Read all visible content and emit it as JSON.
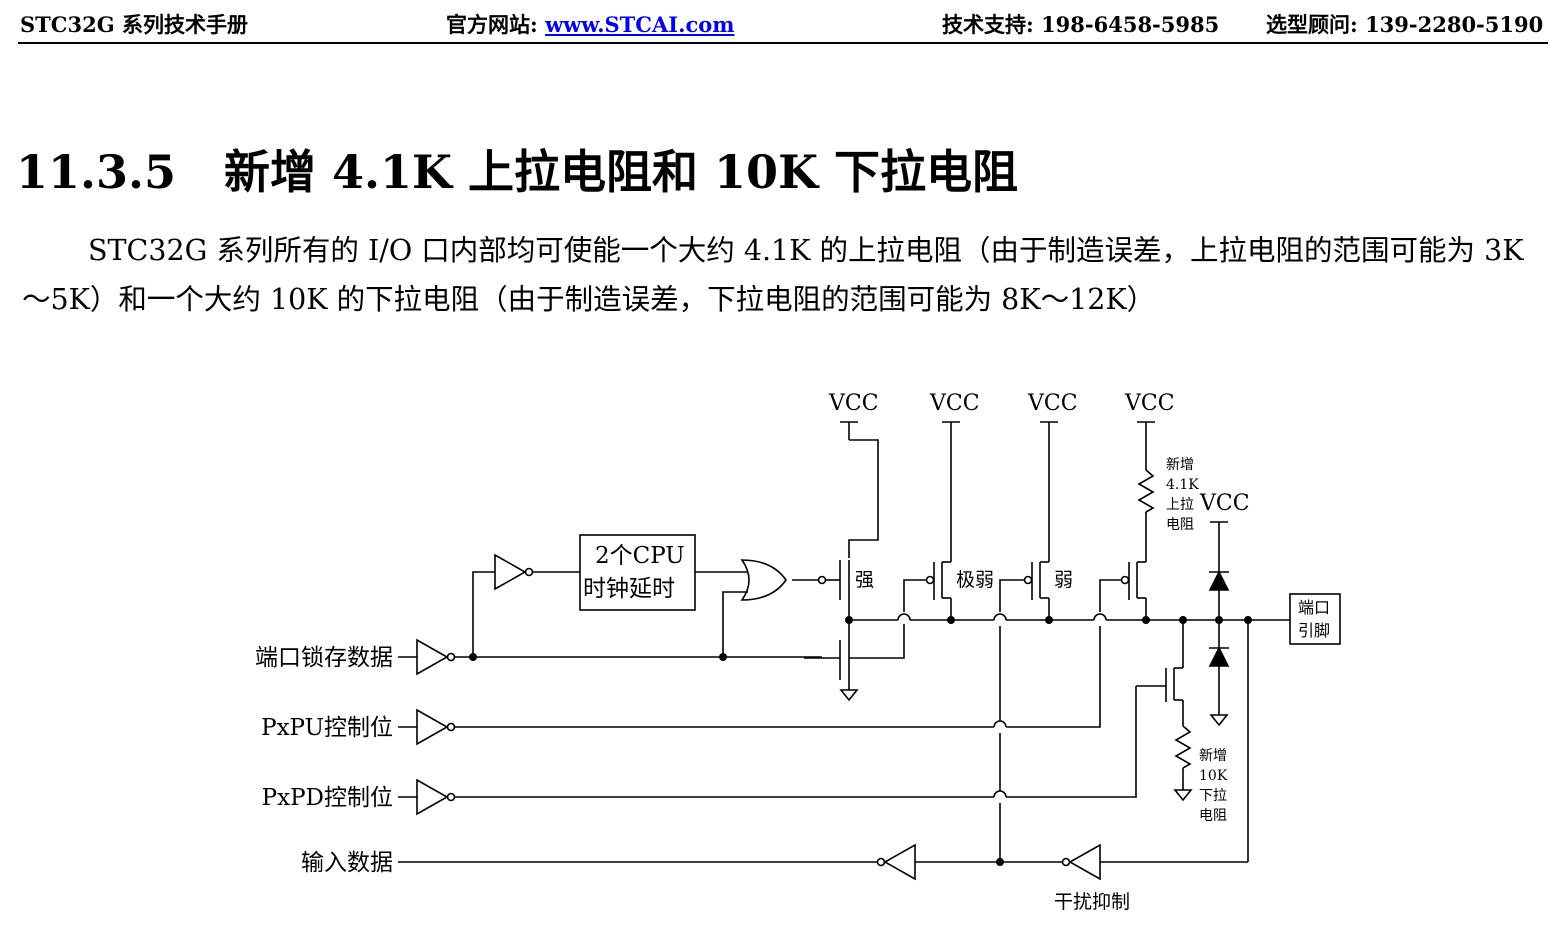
{
  "header": {
    "manual": "STC32G 系列技术手册",
    "site_label": "官方网站:",
    "site_link": "www.STCAI.com",
    "support": "技术支持: 198-6458-5985",
    "advisor": "选型顾问: 139-2280-5190"
  },
  "section": {
    "number": "11.3.5",
    "title": "新增 4.1K 上拉电阻和 10K 下拉电阻",
    "paragraph": "STC32G 系列所有的 I/O 口内部均可使能一个大约 4.1K 的上拉电阻（由于制造误差，上拉电阻的范围可能为 3K～5K）和一个大约 10K 的下拉电阻（由于制造误差，下拉电阻的范围可能为 8K～12K）"
  },
  "diagram": {
    "vcc": "VCC",
    "delay_line1": "2个CPU",
    "delay_line2": "时钟延时",
    "strong": "强",
    "very_weak": "极弱",
    "weak": "弱",
    "pullup_l1": "新增",
    "pullup_l2": "4.1K",
    "pullup_l3": "上拉",
    "pullup_l4": "电阻",
    "pulldown_l1": "新增",
    "pulldown_l2": "10K",
    "pulldown_l3": "下拉",
    "pulldown_l4": "电阻",
    "pin_l1": "端口",
    "pin_l2": "引脚",
    "latch_data": "端口锁存数据",
    "pxpu": "PxPU控制位",
    "pxpd": "PxPD控制位",
    "input_data": "输入数据",
    "interference": "干扰抑制"
  }
}
